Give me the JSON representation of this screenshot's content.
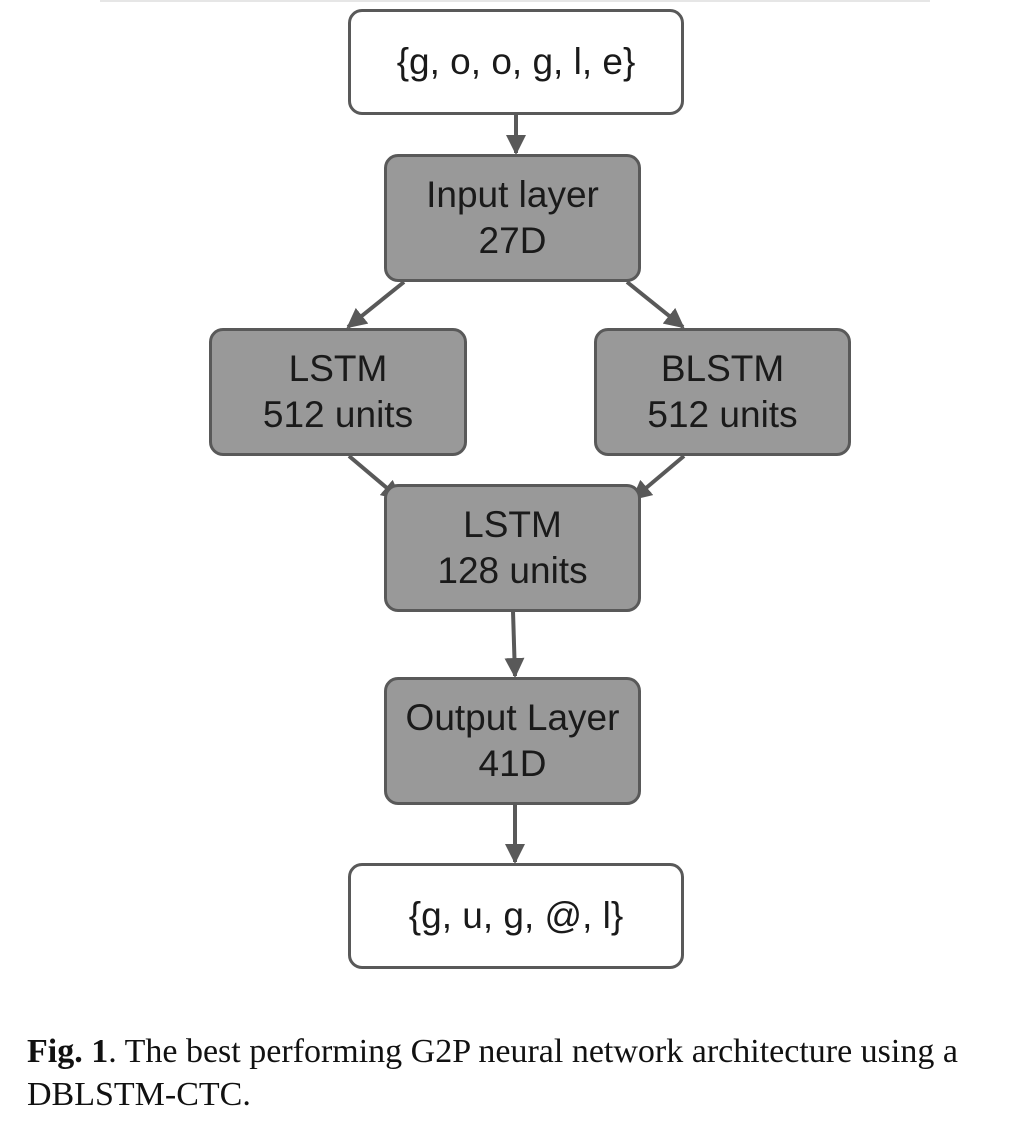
{
  "diagram": {
    "input_sequence": "{g, o, o, g, l, e}",
    "input_layer": {
      "name": "Input layer",
      "size": "27D"
    },
    "lstm_left": {
      "name": "LSTM",
      "size": "512 units"
    },
    "blstm_right": {
      "name": "BLSTM",
      "size": "512 units"
    },
    "lstm_merge": {
      "name": "LSTM",
      "size": "128 units"
    },
    "output_layer": {
      "name": "Output Layer",
      "size": "41D"
    },
    "output_sequence": "{g, u, g, @, l}",
    "colors": {
      "layer_fill": "#999999",
      "io_fill": "#ffffff",
      "border": "#595959",
      "arrow": "#595959"
    }
  },
  "caption": {
    "label": "Fig. 1",
    "text": ". The best performing G2P neural network architecture using a DBLSTM-CTC."
  }
}
